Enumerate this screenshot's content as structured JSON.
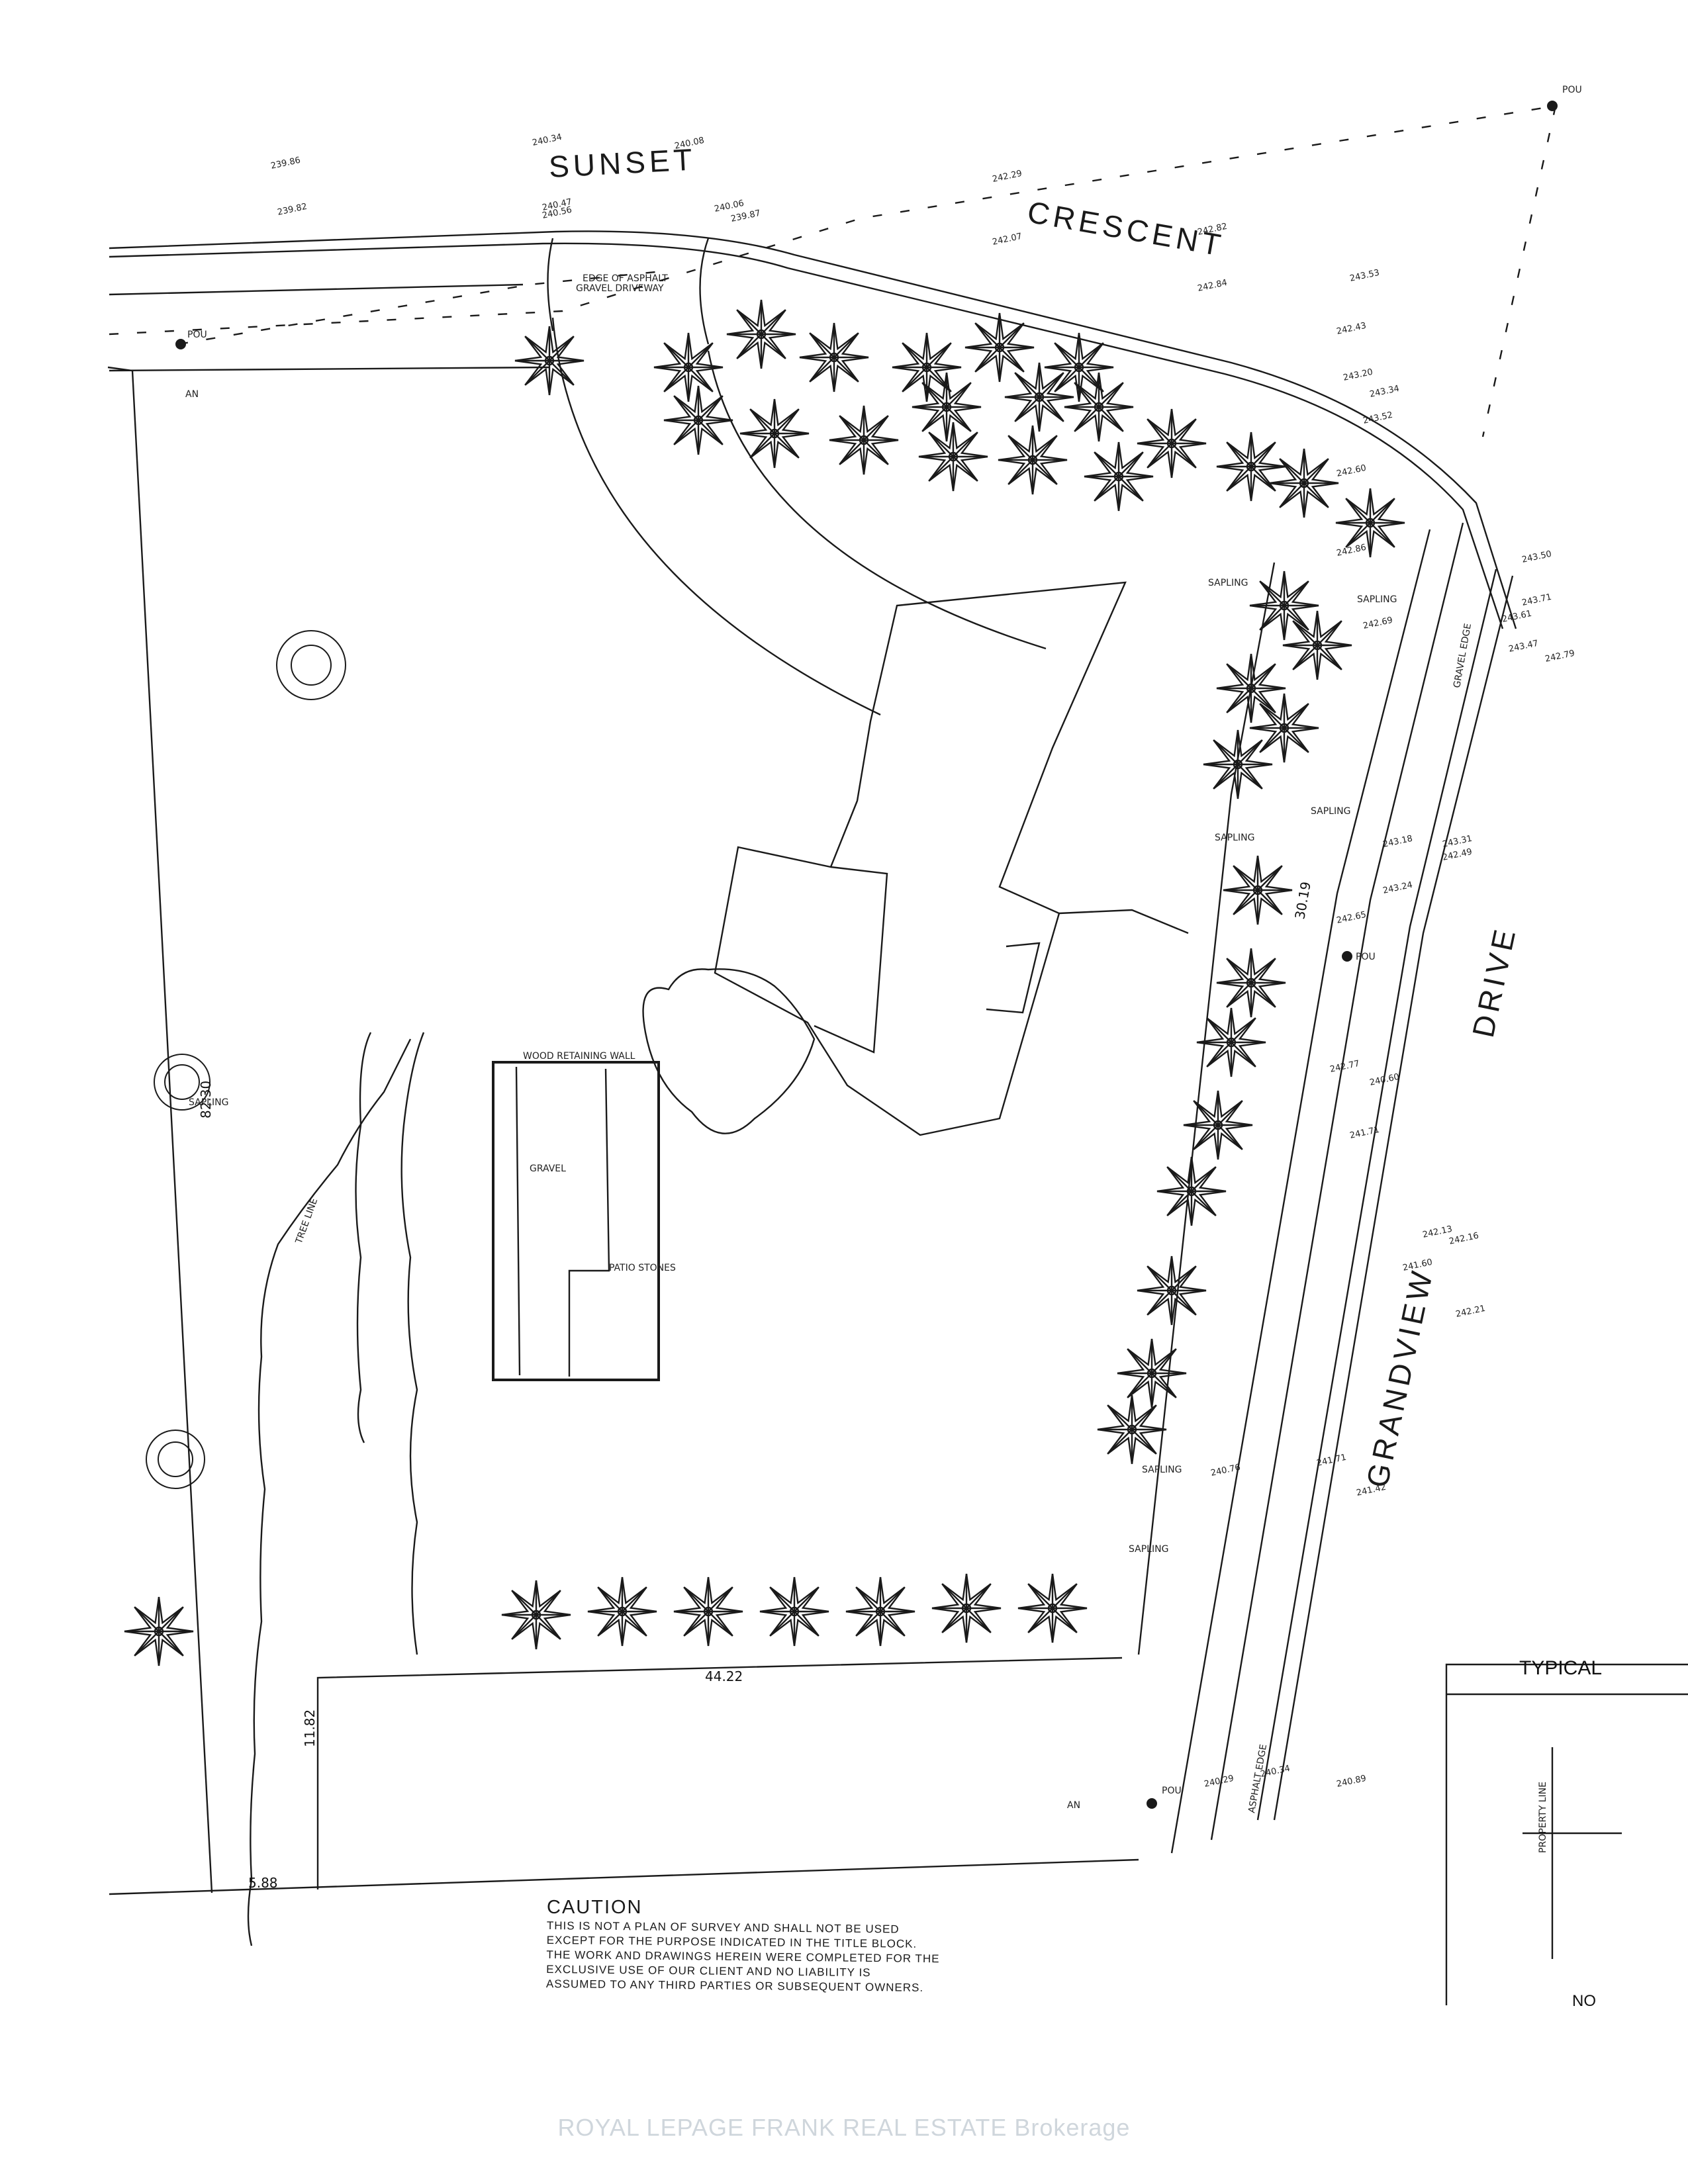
{
  "roads": {
    "sunset": "SUNSET",
    "crescent": "CRESCENT",
    "grandview": "GRANDVIEW",
    "drive": "DRIVE"
  },
  "labels": {
    "gravel": "GRAVEL",
    "patio_stones": "PATIO STONES",
    "retaining_wall": "WOOD RETAINING WALL",
    "gravel_driveway": "GRAVEL DRIVEWAY",
    "edge_of_asphalt": "EDGE OF ASPHALT",
    "asphalt_edge": "ASPHALT EDGE",
    "gravel_edge": "GRAVEL EDGE",
    "tree_line": "TREE LINE",
    "sapling": "SAPLING",
    "pou": "POU",
    "an": "AN",
    "property_line": "PROPERTY LINE"
  },
  "dimensions": {
    "d1": "44.22",
    "d2": "11.82",
    "d3": "5.88",
    "d4": "82.30",
    "d5": "30.19"
  },
  "elevations": [
    "239.86",
    "240.34",
    "240.08",
    "239.82",
    "240.47",
    "240.56",
    "240.06",
    "239.87",
    "242.29",
    "242.07",
    "242.82",
    "242.84",
    "243.53",
    "242.43",
    "243.20",
    "243.34",
    "243.52",
    "242.60",
    "242.86",
    "243.50",
    "243.71",
    "243.61",
    "243.47",
    "242.79",
    "242.69",
    "243.18",
    "243.24",
    "243.31",
    "242.49",
    "242.65",
    "242.77",
    "241.71",
    "240.60",
    "241.60",
    "242.13",
    "242.16",
    "242.21",
    "241.71",
    "240.29",
    "241.42",
    "240.76",
    "240.34",
    "240.89"
  ],
  "notes": {
    "typical": "TYPICAL",
    "no": "NO"
  },
  "caution": {
    "title": "CAUTION",
    "lines": [
      "THIS IS NOT A PLAN OF SURVEY AND SHALL NOT BE USED",
      "EXCEPT FOR THE PURPOSE INDICATED IN THE TITLE BLOCK.",
      "THE WORK AND DRAWINGS HEREIN WERE COMPLETED FOR THE",
      "EXCLUSIVE USE OF OUR CLIENT AND NO LIABILITY IS",
      "ASSUMED TO ANY THIRD PARTIES OR SUBSEQUENT OWNERS."
    ]
  },
  "brokerage": "ROYAL LEPAGE FRANK REAL ESTATE Brokerage"
}
